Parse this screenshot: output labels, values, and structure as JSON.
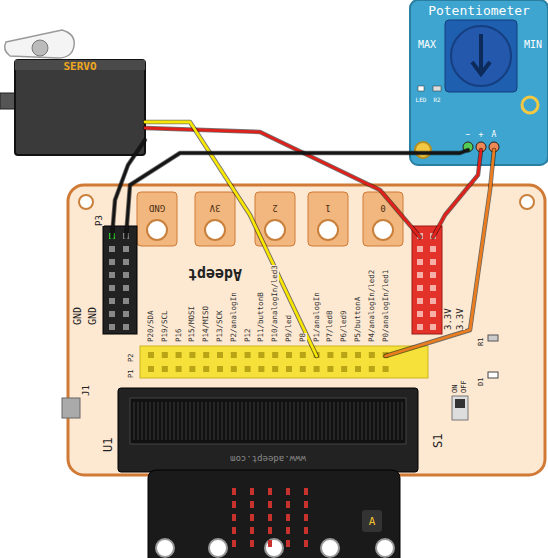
{
  "diagram": {
    "nodes": [
      {
        "text": [
          "SERVO"
        ]
      },
      {
        "text": [
          "Potentiometer",
          "MAX",
          "MIN"
        ]
      },
      {
        "text": [
          "Adeept"
        ]
      }
    ],
    "edges": [
      {
        "from": 0,
        "to": 2,
        "arrow": "none"
      },
      {
        "from": 0,
        "to": 2,
        "arrow": "none"
      },
      {
        "from": 0,
        "to": 2,
        "arrow": "none"
      },
      {
        "from": 1,
        "to": 2,
        "arrow": "none"
      },
      {
        "from": 1,
        "to": 2,
        "arrow": "none"
      },
      {
        "from": 1,
        "to": 2,
        "arrow": "none"
      }
    ],
    "labels": [
      "GND",
      "3V",
      "2",
      "1",
      "0",
      "P3",
      "GND",
      "GND",
      "J1",
      "P1",
      "P2",
      "P20/SDA",
      "P19/SCL",
      "P16",
      "P15/MOSI",
      "P14/MISO",
      "P13/SCK",
      "P2/analogIn",
      "P12",
      "P11/buttonB",
      "P10/analogIn/led3",
      "P9/led",
      "P8",
      "P1/analogIn",
      "P7/led8",
      "P6/led9",
      "P5/buttonA",
      "P4/analogIn/led2",
      "P0/analogIn/led1",
      "3.3V",
      "3.3V",
      "R1",
      "D1",
      "S1",
      "ON",
      "OFF",
      "U1",
      "www.adeept.com",
      "A",
      "LED",
      "R2",
      "−",
      "+",
      "A"
    ]
  }
}
